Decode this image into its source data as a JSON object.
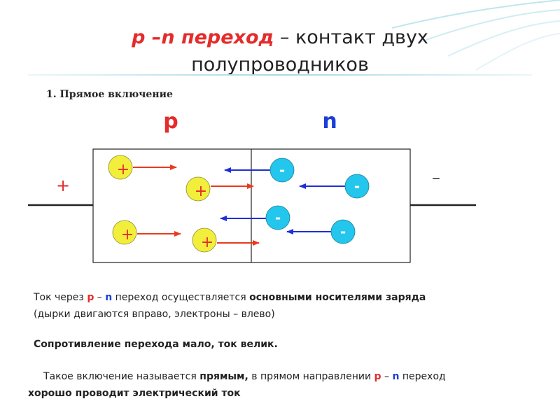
{
  "title": {
    "part1": "p –n переход",
    "part2": " – контакт двух",
    "line2": "полупроводников"
  },
  "subhead": "1. Прямое включение",
  "diagram": {
    "p_label": "p",
    "n_label": "n",
    "plus_terminal": "+",
    "minus_terminal": "–",
    "hole_sign": "+",
    "electron_sign": "-",
    "colors": {
      "p_color": "#e52b2b",
      "n_color": "#1a3fd6",
      "hole_fill": "#f2ee3c",
      "electron_fill": "#23c6ec",
      "hole_arrow": "#ea3a1e",
      "electron_arrow": "#1f2fd8"
    }
  },
  "p1": {
    "t1": "Ток через ",
    "p": "p",
    "dash": " – ",
    "n": "n",
    "t2": " переход осуществляется ",
    "bold": "основными носителями заряда",
    "line2": "(дырки двигаются вправо, электроны – влево)"
  },
  "p2": "Сопротивление перехода мало, ток велик.",
  "p3": {
    "t1": "Такое включение называется ",
    "bold1": "прямым,",
    "t2": " в прямом направлении ",
    "p": "p",
    "dash": " – ",
    "n": "n",
    "t3": " переход",
    "line2": "хорошо проводит электрический ток"
  }
}
